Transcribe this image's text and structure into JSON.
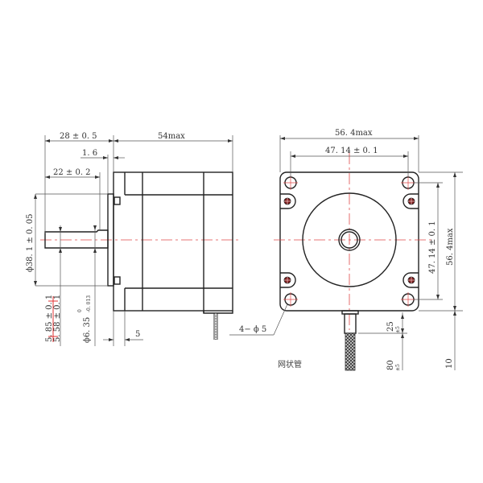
{
  "drawing": {
    "title": "Stepper motor outline drawing",
    "side_view": {
      "dims": {
        "shaft_total_length": "28 ± 0. 5",
        "body_length": "54max",
        "flange_thickness": "1. 6",
        "shaft_flat_length": "22 ± 0. 2",
        "boss_diameter": "ϕ38. 1 ± 0. 05",
        "shaft_diameter": "ϕ6. 35",
        "shaft_diameter_tol_upper": "0",
        "shaft_diameter_tol_lower": "-0. 013",
        "flat_depth": "5. 85 ± 0. 1",
        "flat_depth_struck": "5. 58 ± 0. 1",
        "front_cap_thickness": "5"
      }
    },
    "front_view": {
      "dims": {
        "body_width": "56. 4max",
        "hole_spacing_h": "47. 14 ± 0. 1",
        "hole_spacing_v": "47. 14 ± 0. 1",
        "body_height": "56. 4max",
        "mounting_holes": "4− ϕ 5",
        "cable_exit_1": "25",
        "cable_exit_1_tol": "±5",
        "cable_exit_2": "80",
        "cable_exit_2_tol": "±5",
        "cable_right": "10"
      },
      "labels": {
        "cable_sleeve": "网状管"
      }
    },
    "colors": {
      "line": "#222222",
      "centerline": "#e04848",
      "screw": "#7a1a1a"
    }
  }
}
